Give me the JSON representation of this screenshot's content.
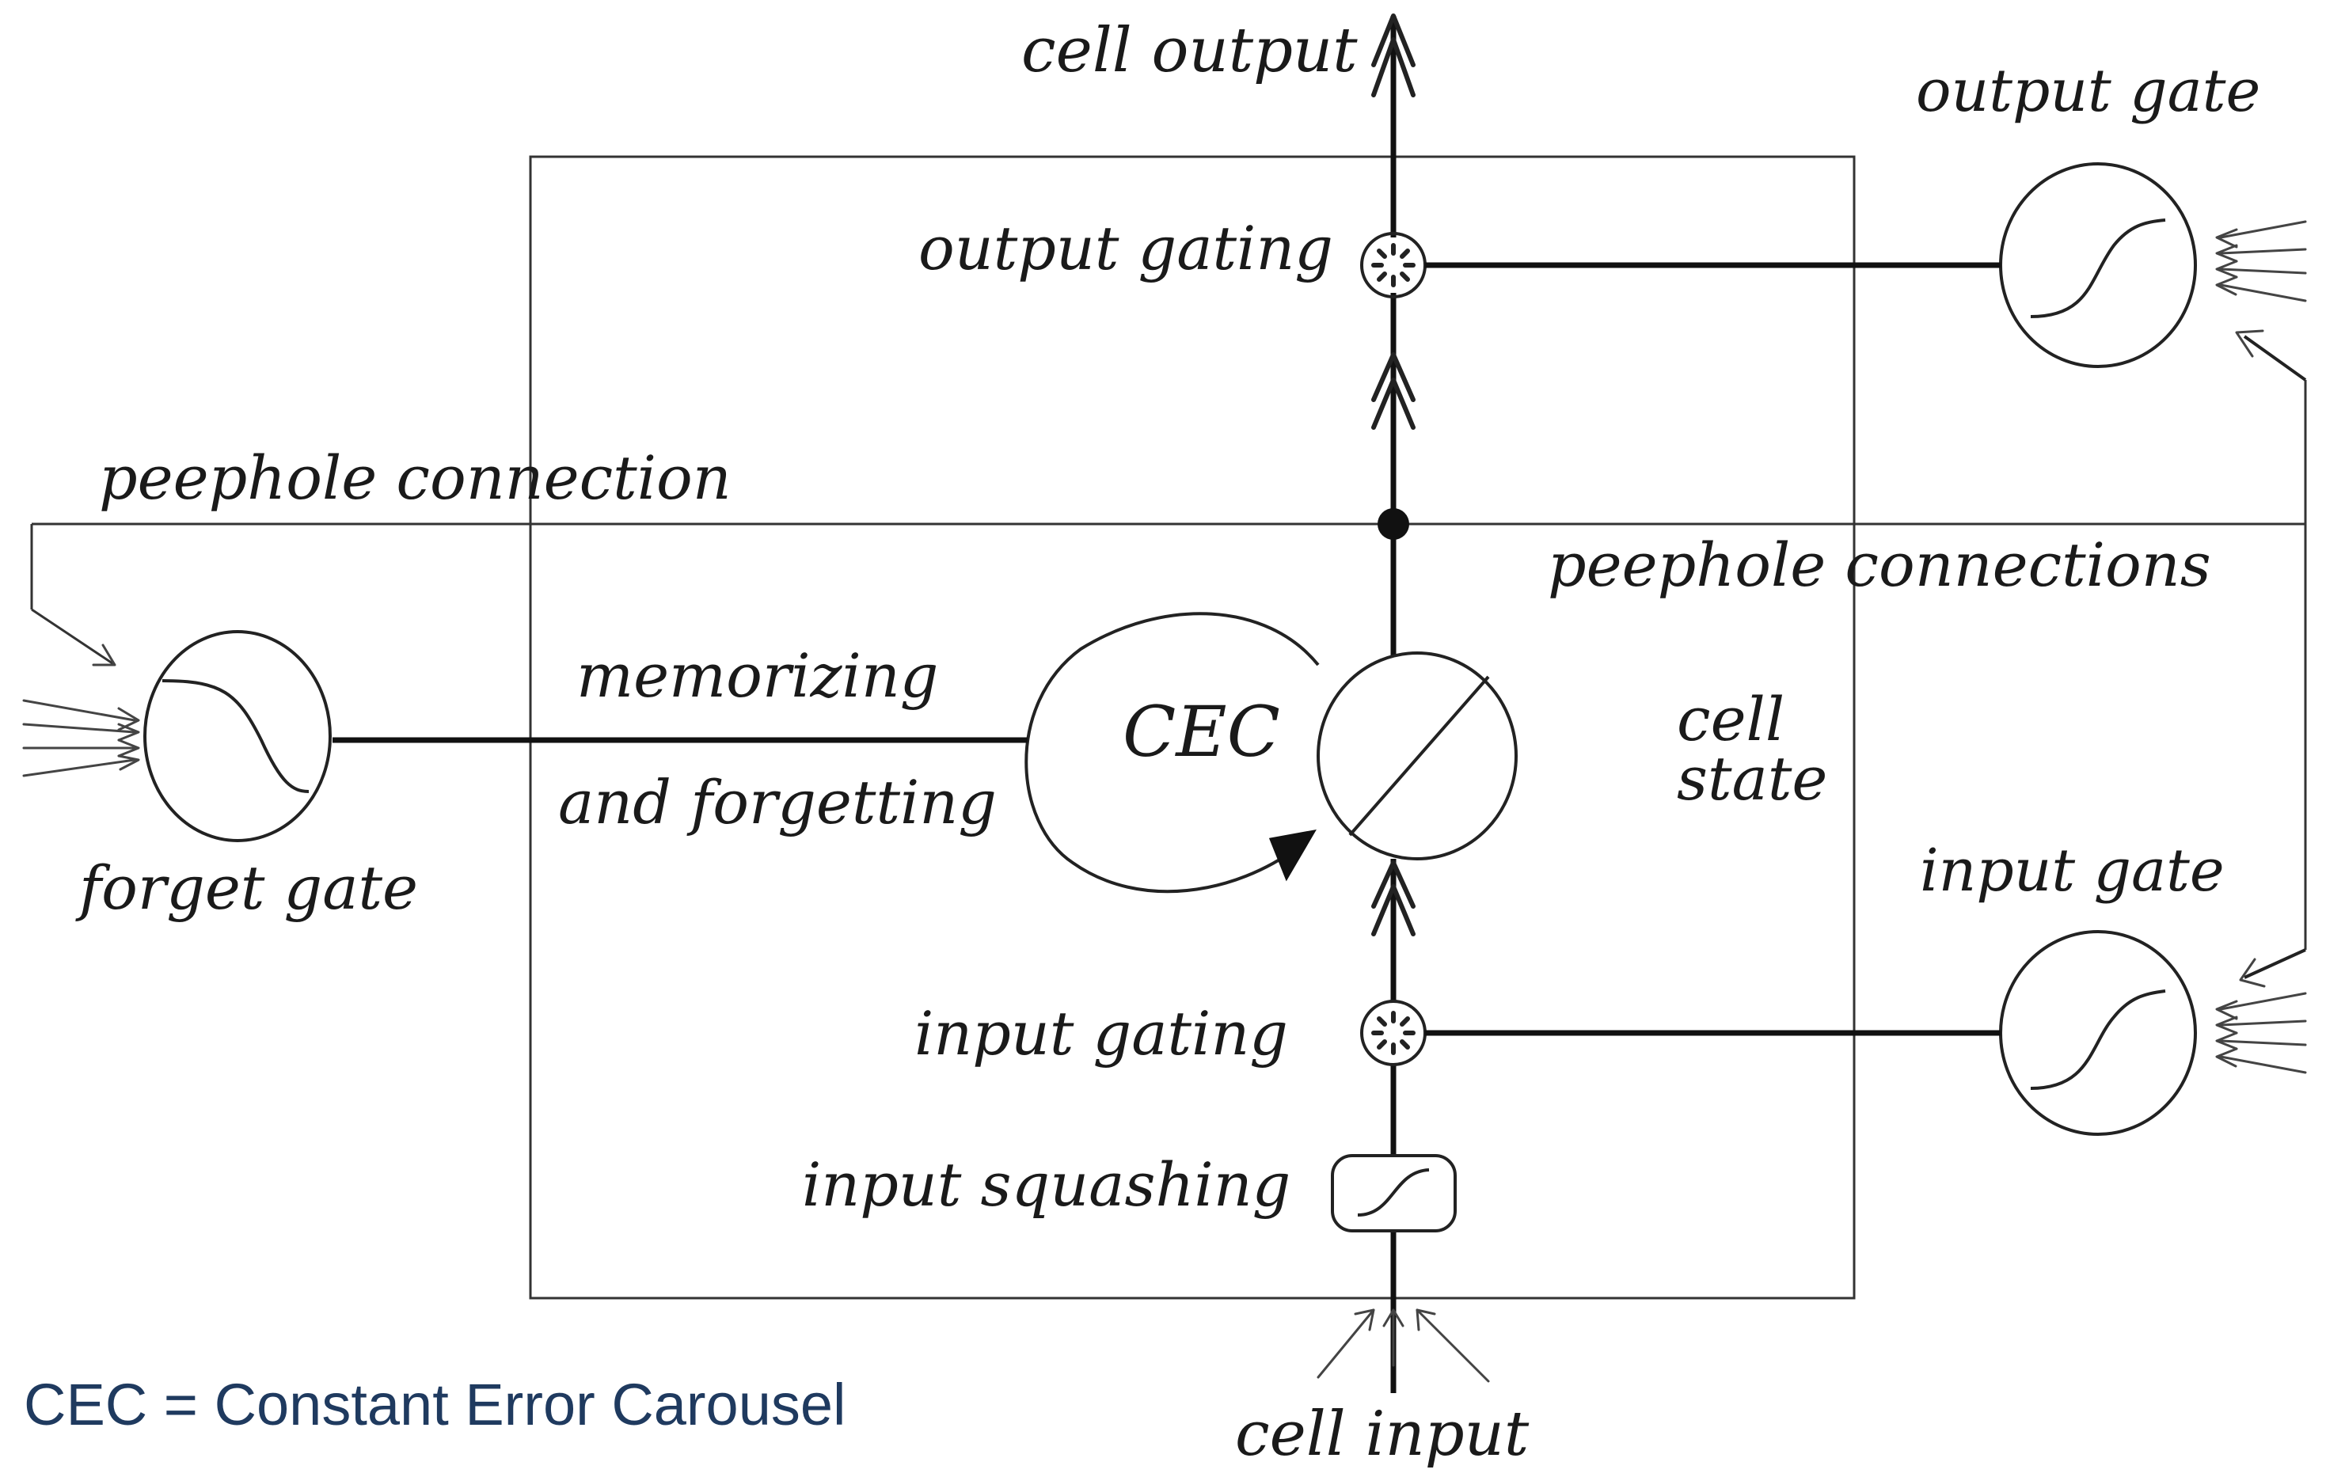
{
  "labels": {
    "cell_output": "cell output",
    "output_gate": "output gate",
    "output_gating": "output gating",
    "peephole_connection": "peephole connection",
    "peephole_connections": "peephole connections",
    "memorizing": "memorizing",
    "and_forgetting": "and forgetting",
    "cec": "CEC",
    "cell": "cell",
    "state": "state",
    "forget_gate": "forget gate",
    "input_gate": "input gate",
    "input_gating": "input gating",
    "input_squashing": "input squashing",
    "cell_input": "cell input"
  },
  "legend": {
    "text": "CEC = Constant Error Carousel",
    "color": "#1f3a5f"
  }
}
